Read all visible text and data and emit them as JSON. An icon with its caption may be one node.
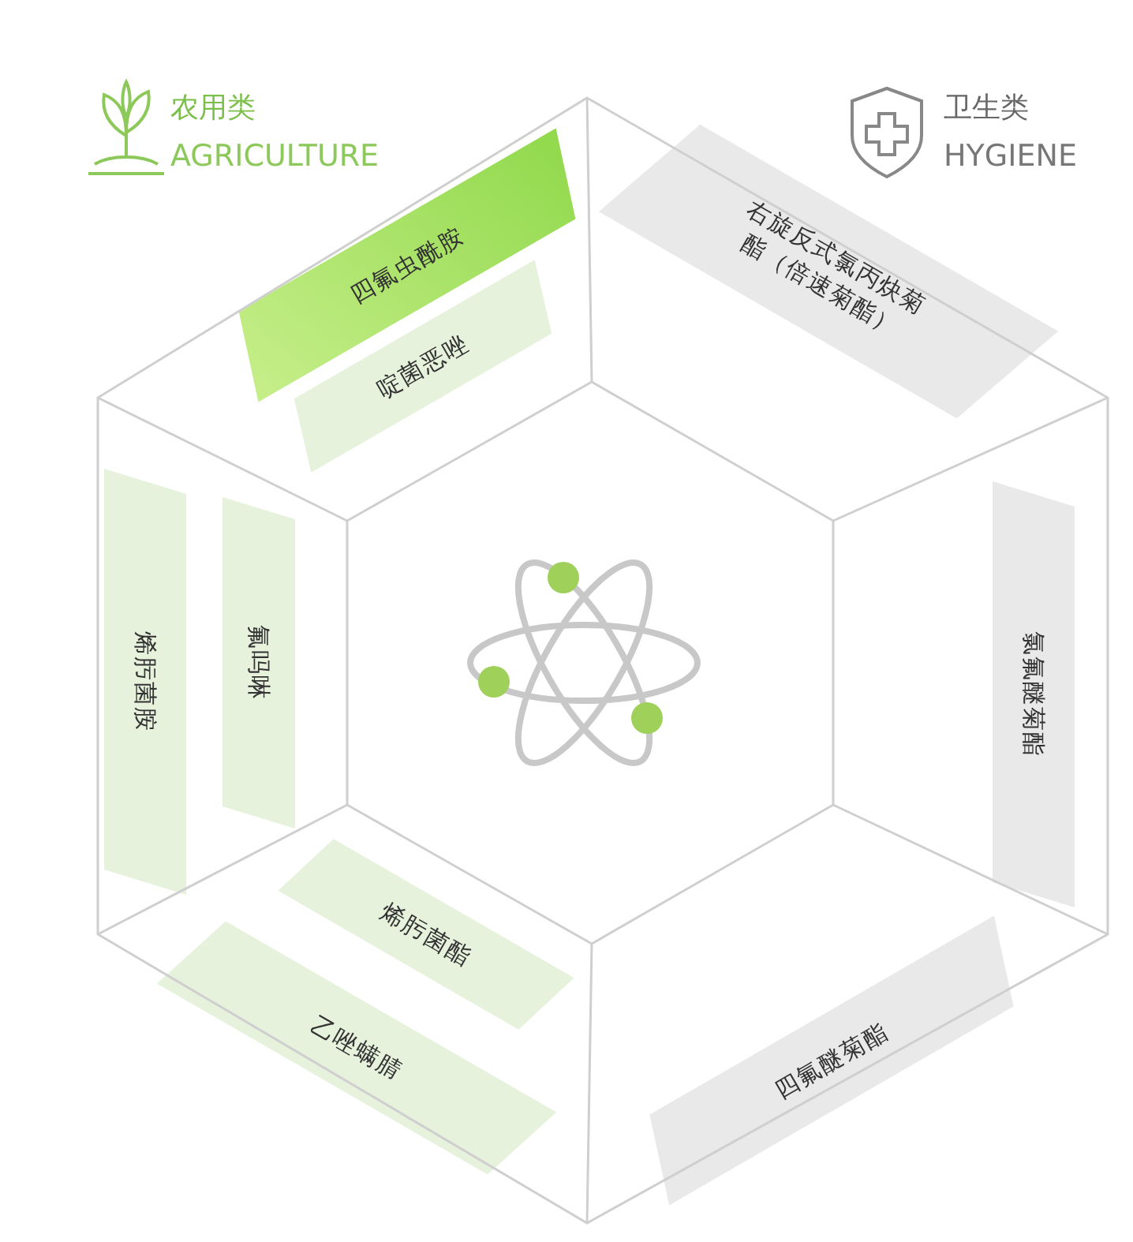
{
  "diagram": {
    "nodes": [
      {
        "text": [
          "四氟虫酰胺"
        ]
      },
      {
        "text": [
          "右旋反式氯丙炔菊酯（倍速菊酯）"
        ]
      },
      {
        "text": [
          "啶菌恶唑"
        ]
      },
      {
        "text": [
          "烯肟菌胺"
        ]
      },
      {
        "text": [
          "氟吗啉"
        ]
      },
      {
        "text": [
          "氯氟醚菊酯"
        ]
      },
      {
        "text": [
          "烯肟菌酯"
        ]
      },
      {
        "text": [
          "乙唑螨腈"
        ]
      },
      {
        "text": [
          "四氟醚菊酯"
        ]
      }
    ],
    "labels": [
      "农用类",
      "AGRICULTURE",
      "卫生类",
      "HYGIENE"
    ]
  }
}
